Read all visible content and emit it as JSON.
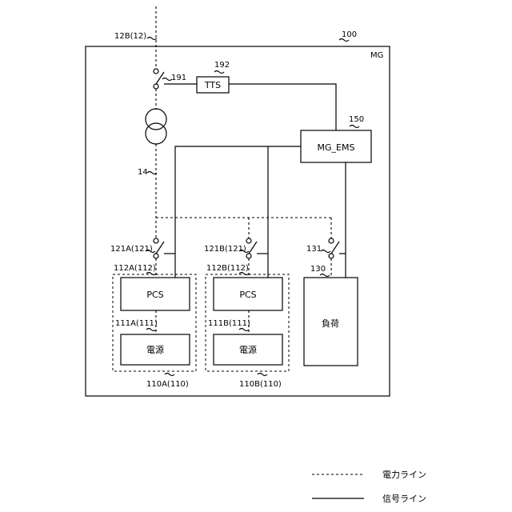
{
  "labels": {
    "grid_line": "12B(12)",
    "microgrid_ref": "100",
    "microgrid_name": "MG",
    "tts_ref": "192",
    "tts_name": "TTS",
    "breaker_191": "191",
    "ems_ref": "150",
    "ems_name": "MG_EMS",
    "feeder_14": "14",
    "breaker_a": "121A(121)",
    "breaker_b": "121B(121)",
    "breaker_load": "131",
    "pcs_a_ref": "112A(112)",
    "pcs_b_ref": "112B(112)",
    "load_ref": "130",
    "pcs_a": "PCS",
    "pcs_b": "PCS",
    "load": "負荷",
    "source_a_ref": "111A(111)",
    "source_b_ref": "111B(111)",
    "source_a": "電源",
    "source_b": "電源",
    "group_a_ref": "110A(110)",
    "group_b_ref": "110B(110)"
  },
  "legend": {
    "power_line": "電力ライン",
    "signal_line": "信号ライン"
  }
}
